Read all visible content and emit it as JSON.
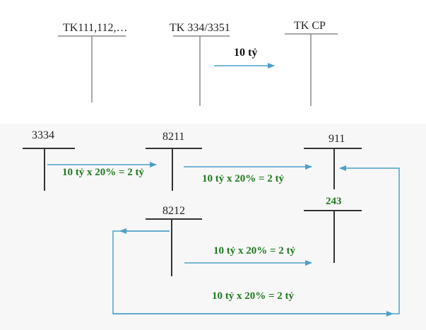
{
  "top": {
    "accounts": [
      {
        "label": "TK111,112,…"
      },
      {
        "label": "TK 334/3351"
      },
      {
        "label": "TK CP"
      }
    ],
    "amount_label": "10 tỷ"
  },
  "bottom": {
    "accounts": [
      {
        "label": "3334"
      },
      {
        "label": "8211"
      },
      {
        "label": "911"
      },
      {
        "label": "8212"
      },
      {
        "label": "243"
      }
    ],
    "flows": [
      {
        "label": "10 tỷ x 20% = 2 tỷ"
      },
      {
        "label": "10 tỷ x 20% = 2 tỷ"
      },
      {
        "label": "10 tỷ x 20% = 2 tỷ"
      },
      {
        "label": "10 tỷ x 20% = 2 tỷ"
      }
    ]
  },
  "colors": {
    "line_gray": "#8a8a8a",
    "line_dark": "#333333",
    "arrow_blue": "#4aa0c8",
    "flow_text_green": "#1f7a1f"
  }
}
